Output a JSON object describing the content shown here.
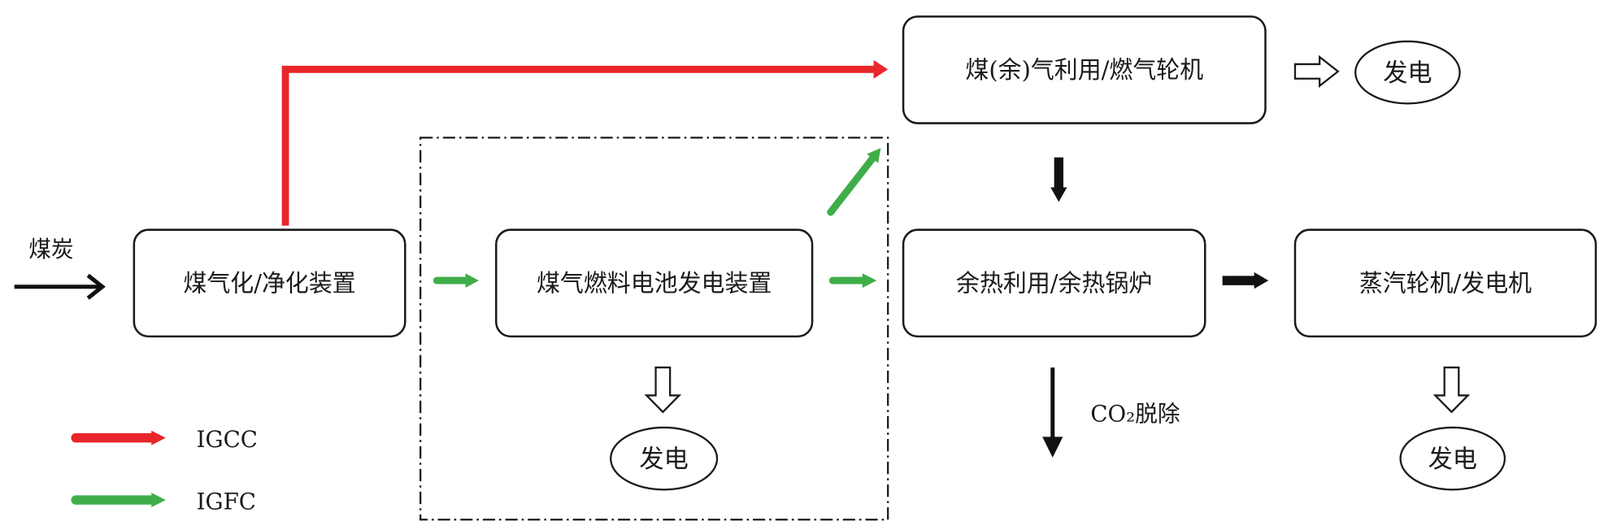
{
  "diagram": {
    "input_label": "煤炭",
    "nodes": {
      "gasification": "煤气化/净化装置",
      "fuel_cell": "煤气燃料电池发电装置",
      "gas_turbine": "煤(余)气利用/燃气轮机",
      "heat_recovery": "余热利用/余热锅炉",
      "steam_turbine": "蒸汽轮机/发电机"
    },
    "outputs": {
      "fuel_cell_power": "发电",
      "gas_turbine_power": "发电",
      "steam_turbine_power": "发电"
    },
    "co2_removal": "CO₂脱除",
    "legend": [
      {
        "label": "IGCC",
        "color": "#e8262b"
      },
      {
        "label": "IGFC",
        "color": "#3fae49"
      }
    ]
  },
  "colors": {
    "igcc": "#e8262b",
    "igfc": "#3fae49",
    "flow": "#111111"
  }
}
